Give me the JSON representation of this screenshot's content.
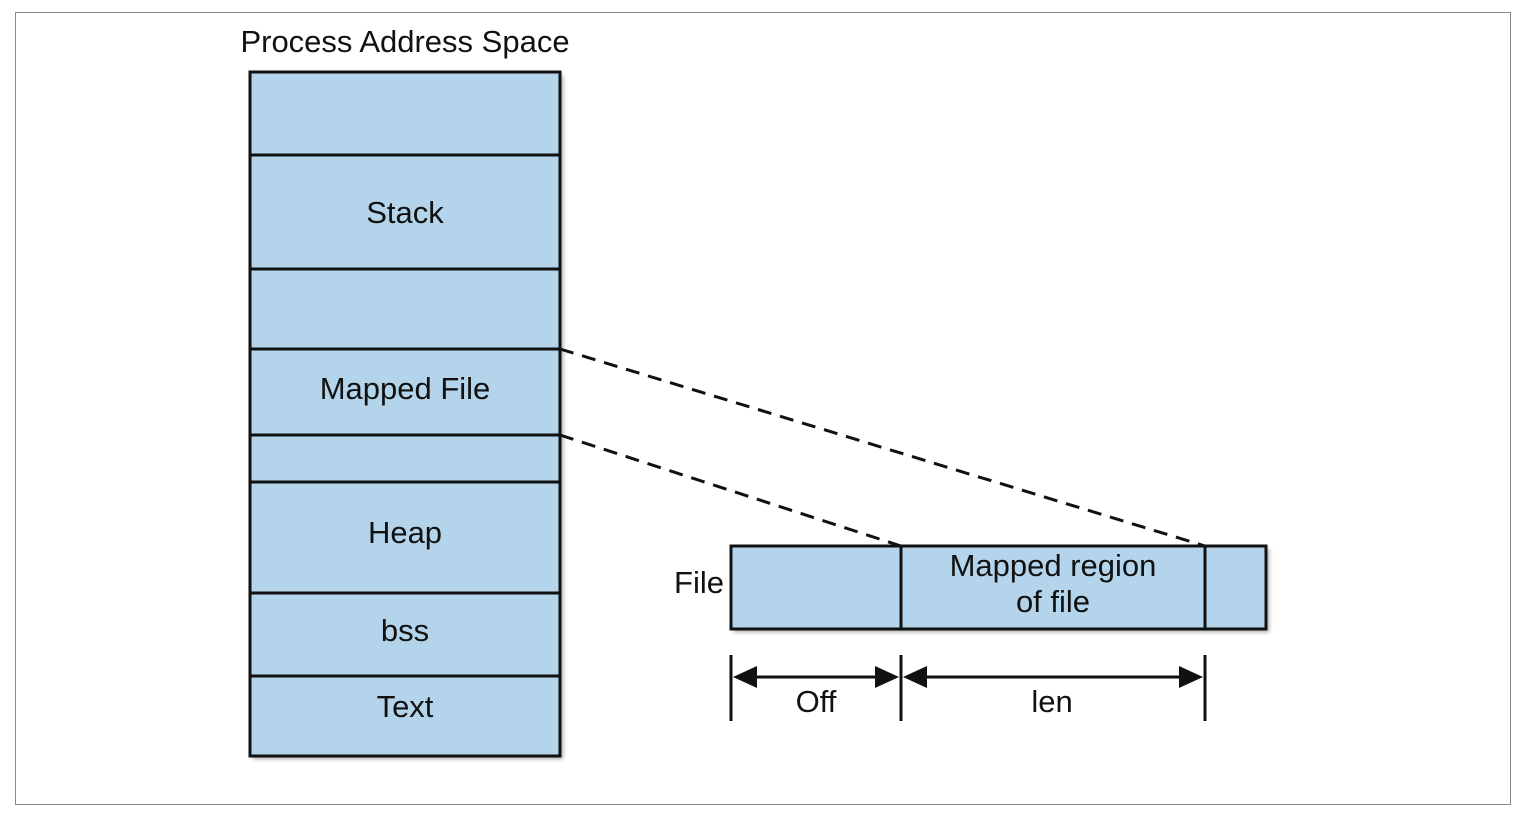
{
  "title": "Process Address Space",
  "segments": {
    "top": "",
    "stack": "Stack",
    "gap": "",
    "mapped_file": "Mapped File",
    "gap2": "",
    "heap": "Heap",
    "bss": "bss",
    "text": "Text"
  },
  "file": {
    "label": "File",
    "mapped_region_line1": "Mapped region",
    "mapped_region_line2": "of file"
  },
  "dimensions": {
    "off": "Off",
    "len": "len"
  },
  "colors": {
    "segment_fill": "#b3d4ea",
    "stroke": "#111111"
  }
}
